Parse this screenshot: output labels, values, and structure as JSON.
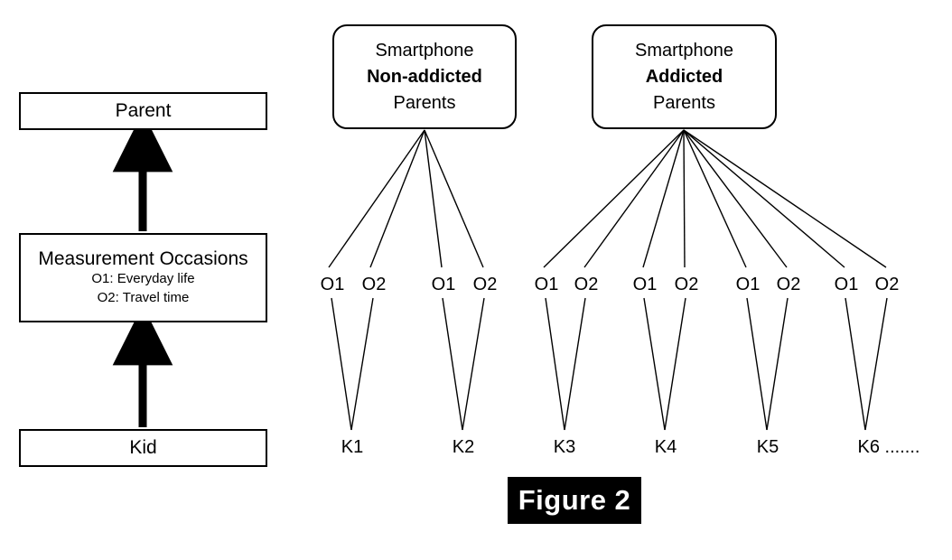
{
  "figure": {
    "badge_label": "Figure 2",
    "stroke_color": "#000000",
    "background_color": "#ffffff",
    "badge_background": "#000000",
    "badge_text_color": "#ffffff"
  },
  "hierarchy_legend": {
    "levels": [
      {
        "title": "Parent",
        "sublines": []
      },
      {
        "title": "Measurement Occasions",
        "sublines": [
          "O1: Everyday life",
          "O2: Travel time"
        ]
      },
      {
        "title": "Kid",
        "sublines": []
      }
    ]
  },
  "groups": [
    {
      "id": "non-addicted",
      "line1": "Smartphone",
      "line2": "Non-addicted",
      "line3": "Parents",
      "kids": [
        {
          "label": "K1",
          "occasions": [
            "O1",
            "O2"
          ]
        },
        {
          "label": "K2",
          "occasions": [
            "O1",
            "O2"
          ]
        }
      ]
    },
    {
      "id": "addicted",
      "line1": "Smartphone",
      "line2": "Addicted",
      "line3": "Parents",
      "kids": [
        {
          "label": "K3",
          "occasions": [
            "O1",
            "O2"
          ]
        },
        {
          "label": "K4",
          "occasions": [
            "O1",
            "O2"
          ]
        },
        {
          "label": "K5",
          "occasions": [
            "O1",
            "O2"
          ]
        },
        {
          "label": "K6 .......",
          "occasions": [
            "O1",
            "O2"
          ]
        }
      ]
    }
  ],
  "occasion_labels": {
    "l0": "O1",
    "l1": "O2",
    "l2": "O1",
    "l3": "O2",
    "l4": "O1",
    "l5": "O2",
    "l6": "O1",
    "l7": "O2",
    "l8": "O1",
    "l9": "O2",
    "l10": "O1",
    "l11": "O2"
  },
  "kid_labels": {
    "k1": "K1",
    "k2": "K2",
    "k3": "K3",
    "k4": "K4",
    "k5": "K5",
    "k6": "K6 ......."
  }
}
